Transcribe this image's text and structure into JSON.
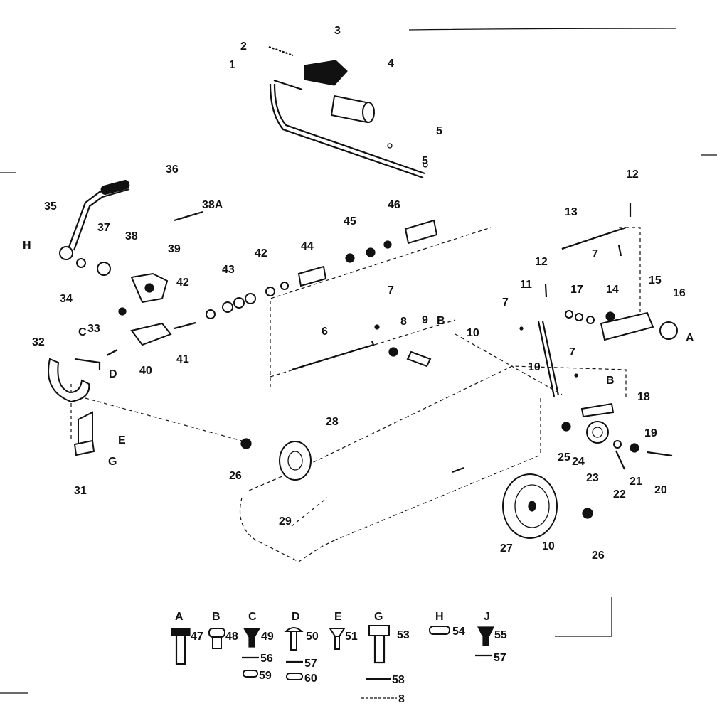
{
  "part_labels": [
    "1",
    "2",
    "3",
    "4",
    "5",
    "5",
    "36",
    "35",
    "H",
    "37",
    "38",
    "38A",
    "39",
    "34",
    "33",
    "C",
    "32",
    "D",
    "40",
    "41",
    "42",
    "43",
    "42",
    "44",
    "45",
    "46",
    "6",
    "7",
    "8",
    "9",
    "B",
    "10",
    "12",
    "13",
    "7",
    "12",
    "11",
    "17",
    "14",
    "15",
    "16",
    "A",
    "7",
    "7",
    "10",
    "B",
    "18",
    "E",
    "G",
    "31",
    "26",
    "28",
    "29",
    "25",
    "24",
    "23",
    "19",
    "21",
    "22",
    "20",
    "27",
    "10",
    "26"
  ],
  "hardware_labels": [
    "A",
    "47",
    "B",
    "48",
    "C",
    "49",
    "56",
    "59",
    "D",
    "50",
    "57",
    "60",
    "E",
    "51",
    "G",
    "53",
    "58",
    "8",
    "H",
    "54",
    "J",
    "55",
    "57"
  ]
}
